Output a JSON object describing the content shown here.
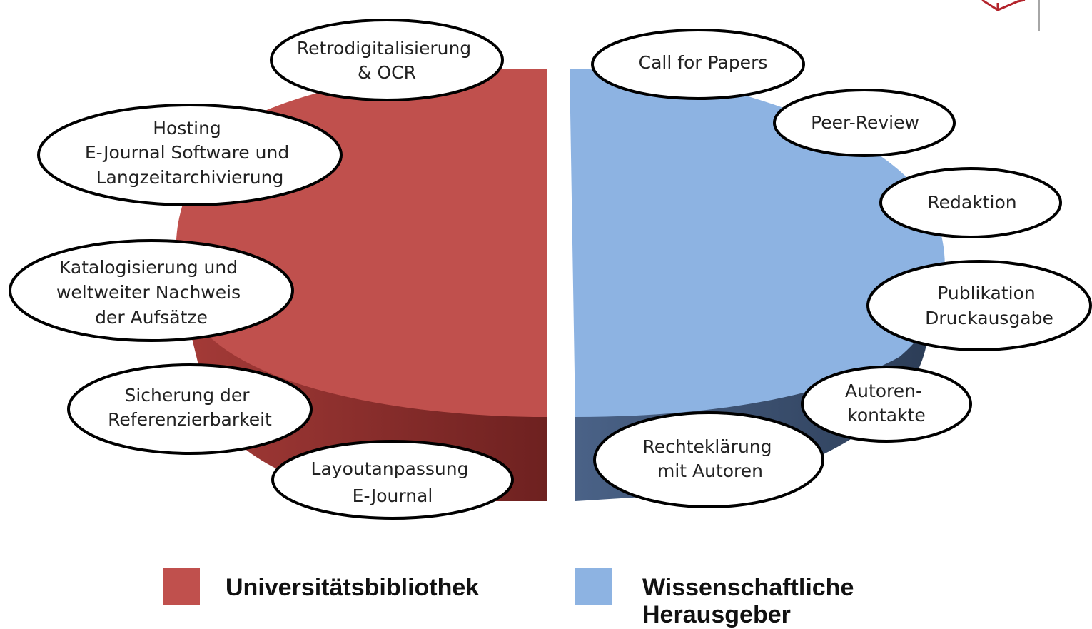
{
  "colors": {
    "ub_top": "#c0504d",
    "ub_side": "#8c2e2c",
    "wh_top": "#8db3e2",
    "wh_side": "#3d5272",
    "logo": "#b3242c"
  },
  "logo_icon": "institution-logo-icon",
  "left_bubbles": [
    {
      "id": "retrodigitalisierung",
      "lines": [
        "Retrodigitalisierung",
        "& OCR"
      ]
    },
    {
      "id": "hosting",
      "lines": [
        "Hosting",
        "E-Journal Software und",
        "Langzeitarchivierung"
      ]
    },
    {
      "id": "katalogisierung",
      "lines": [
        "Katalogisierung und",
        "weltweiter Nachweis",
        "der Aufsätze"
      ]
    },
    {
      "id": "sicherung",
      "lines": [
        "Sicherung der",
        "Referenzierbarkeit"
      ]
    },
    {
      "id": "layoutanpassung",
      "lines": [
        "Layoutanpassung",
        "E-Journal"
      ]
    }
  ],
  "right_bubbles": [
    {
      "id": "call-for-papers",
      "lines": [
        "Call for Papers"
      ]
    },
    {
      "id": "peer-review",
      "lines": [
        "Peer-Review"
      ]
    },
    {
      "id": "redaktion",
      "lines": [
        "Redaktion"
      ]
    },
    {
      "id": "publikation",
      "lines": [
        "Publikation",
        "Druckausgabe"
      ]
    },
    {
      "id": "autorenkontakte",
      "lines": [
        "Autoren-",
        "kontakte"
      ]
    },
    {
      "id": "rechteklaerung",
      "lines": [
        "Rechteklärung",
        "mit Autoren"
      ]
    }
  ],
  "legend": {
    "ub_label": "Universitätsbibliothek",
    "wh_label": "Wissenschaftliche Herausgeber"
  }
}
